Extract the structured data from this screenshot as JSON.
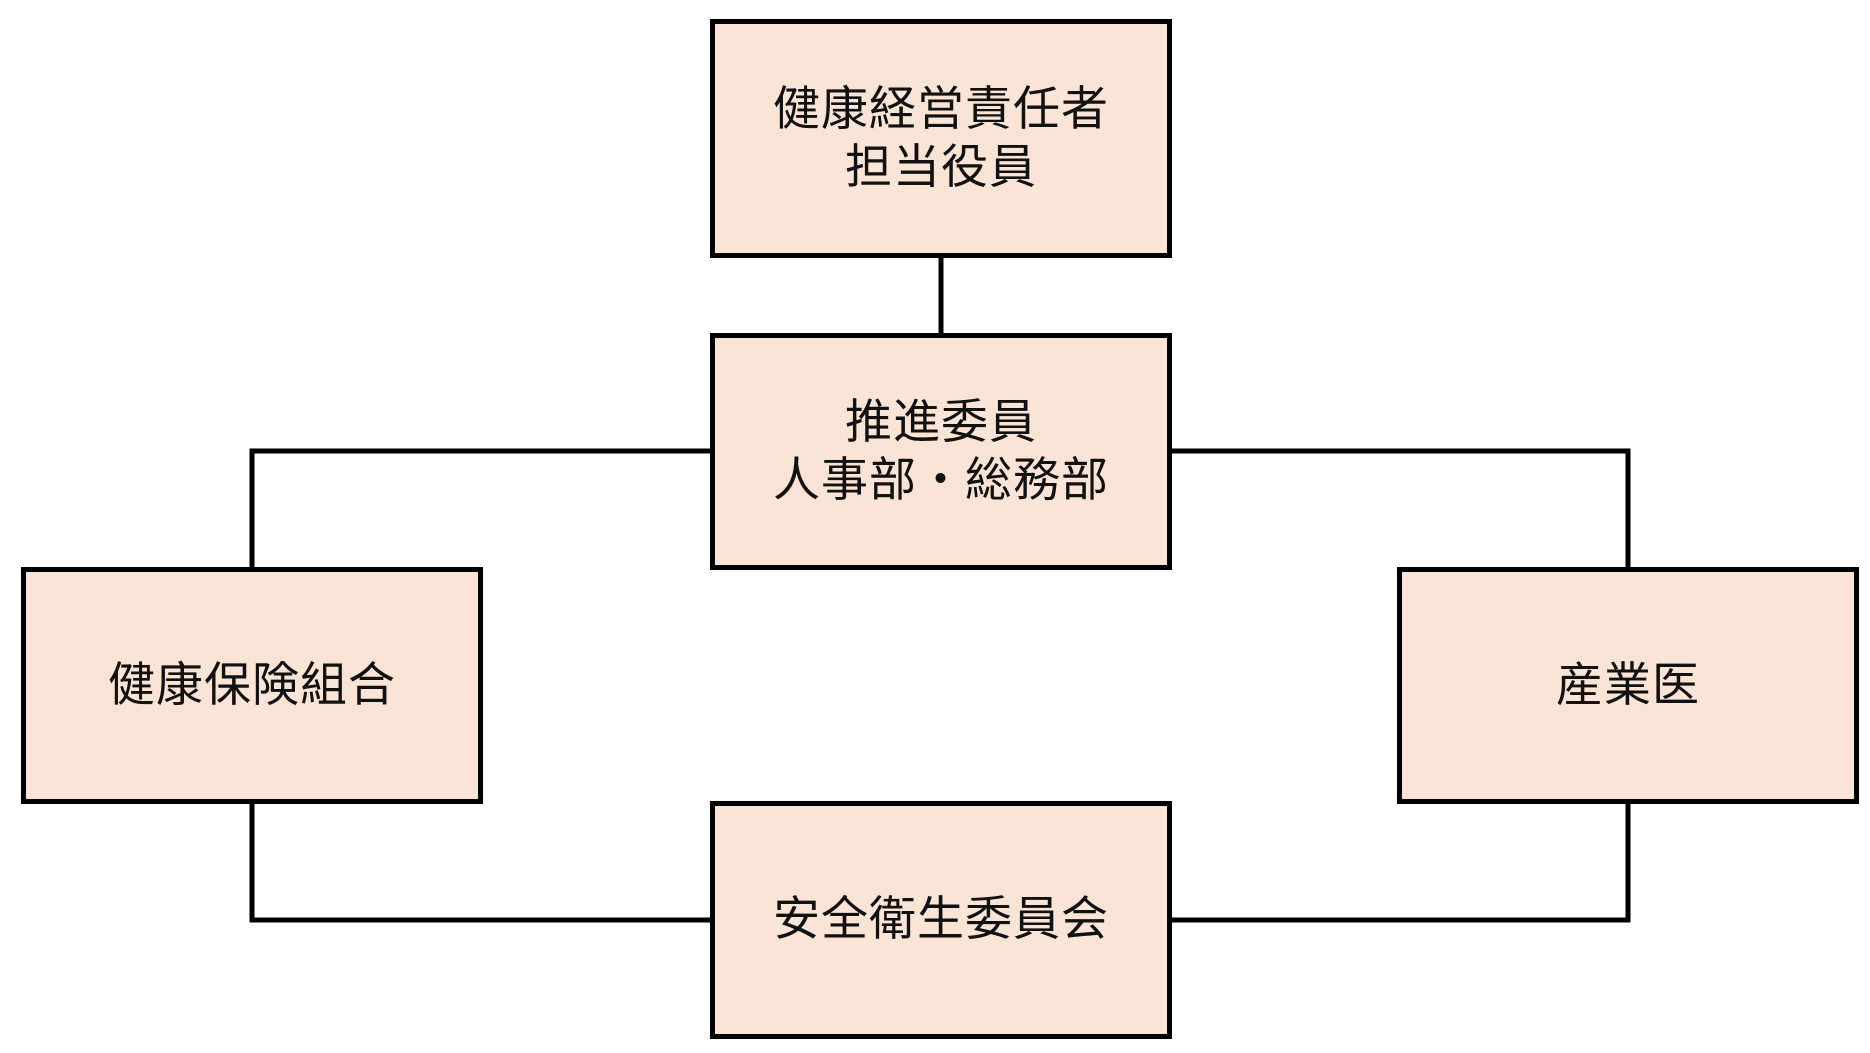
{
  "diagram": {
    "colors": {
      "node_fill": "#fae4d6",
      "border": "#000000",
      "text": "#111111"
    },
    "nodes": {
      "exec": {
        "lines": [
          "健康経営責任者",
          "担当役員"
        ]
      },
      "promo": {
        "lines": [
          "推進委員",
          "人事部・総務部"
        ]
      },
      "union": {
        "lines": [
          "健康保険組合"
        ]
      },
      "doctor": {
        "lines": [
          "産業医"
        ]
      },
      "safety": {
        "lines": [
          "安全衛生委員会"
        ]
      }
    },
    "edges": [
      {
        "from": "exec",
        "to": "promo"
      },
      {
        "from": "promo",
        "to": "union"
      },
      {
        "from": "promo",
        "to": "doctor"
      },
      {
        "from": "union",
        "to": "safety"
      },
      {
        "from": "doctor",
        "to": "safety"
      }
    ]
  }
}
